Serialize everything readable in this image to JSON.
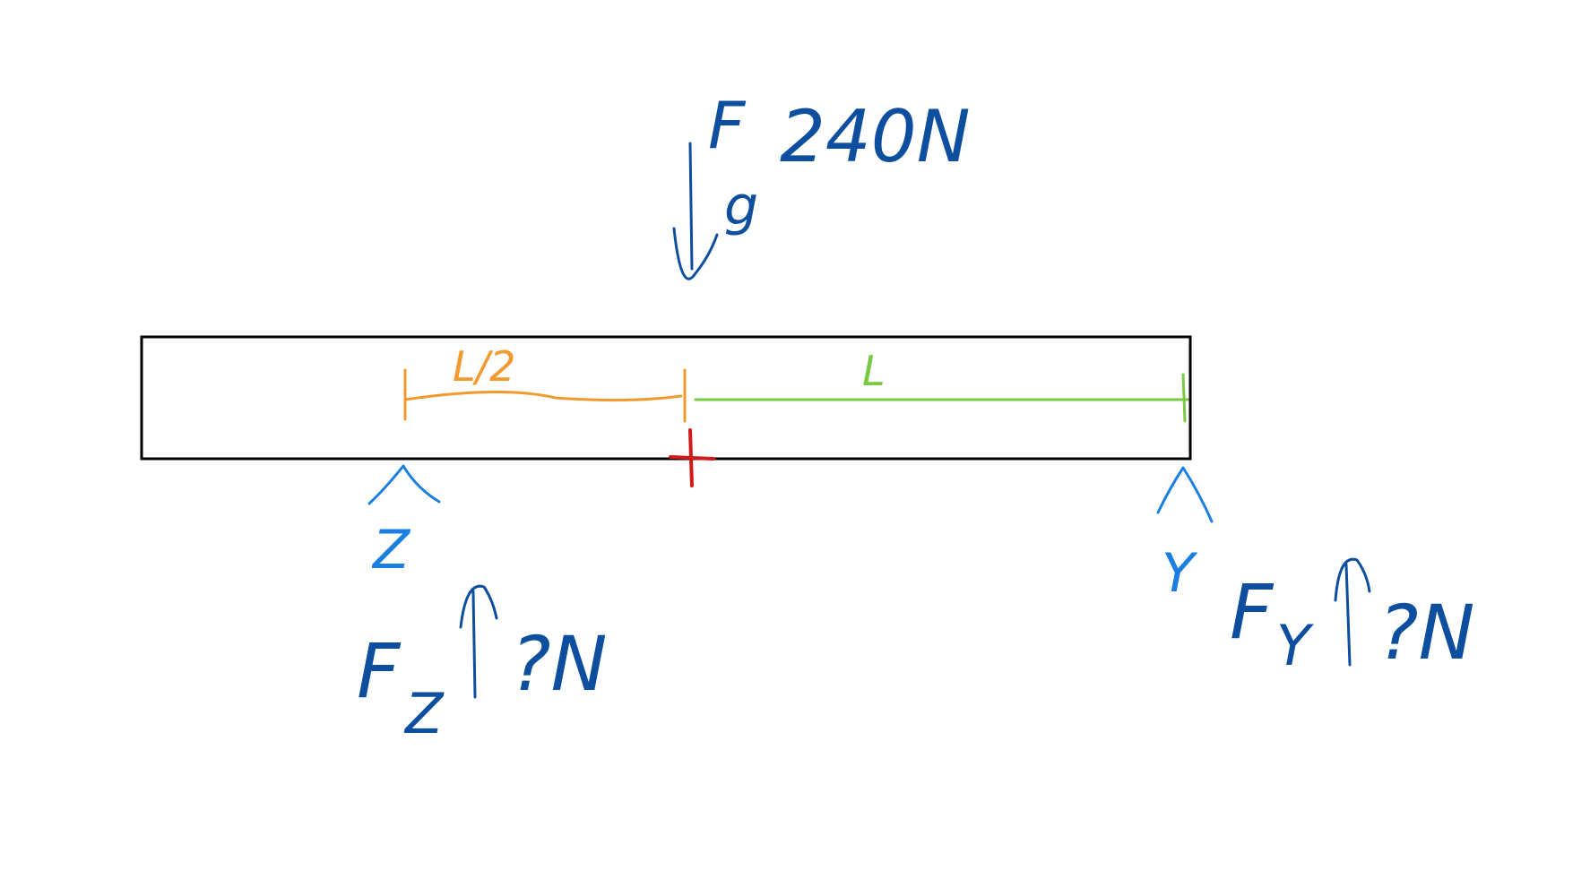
{
  "diagram": {
    "top_force": {
      "symbol": "F",
      "subscript": "g",
      "value": "240N"
    },
    "dimension_half": {
      "label": "L/2"
    },
    "dimension_full": {
      "label": "L"
    },
    "support_left": {
      "name": "Z",
      "symbol": "F",
      "subscript": "Z",
      "value": "?N"
    },
    "support_right": {
      "name": "Y",
      "symbol": "F",
      "subscript": "Y",
      "value": "?N"
    },
    "colors": {
      "beam": "#000000",
      "force": "#0d4f9e",
      "support": "#1a7fe0",
      "dim_half": "#f29a2e",
      "dim_full": "#7ac943",
      "center_mark": "#d11a1a"
    }
  }
}
